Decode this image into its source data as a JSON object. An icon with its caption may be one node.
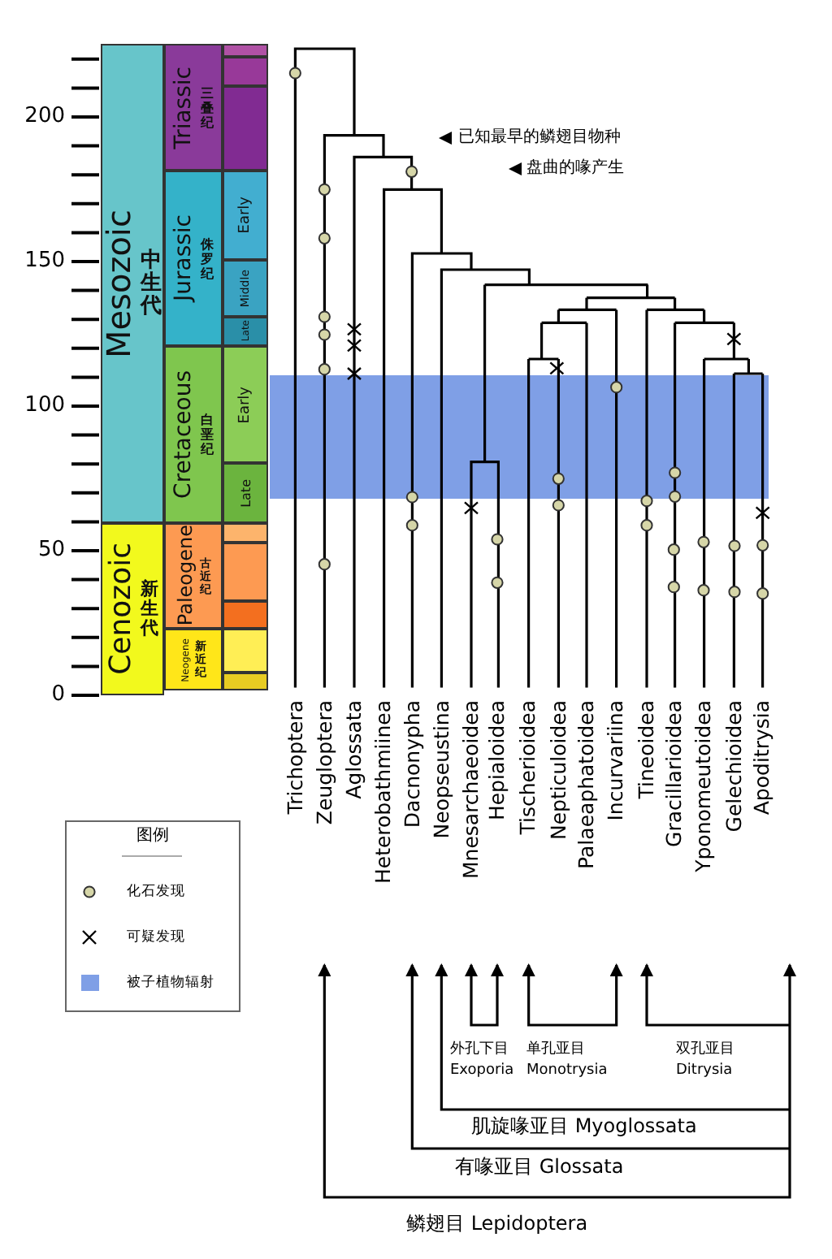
{
  "diagram": {
    "nodes": [
      {
        "text": [
          "Mesozoic",
          "中生代"
        ]
      },
      {
        "text": [
          "Cenozoic",
          "新生代"
        ]
      },
      {
        "text": [
          "Triassic",
          "三叠纪"
        ]
      },
      {
        "text": [
          "Jurassic",
          "侏罗纪"
        ]
      },
      {
        "text": [
          "Cretaceous",
          "白垩纪"
        ]
      },
      {
        "text": [
          "Paleogene",
          "古近纪"
        ]
      },
      {
        "text": [
          "Neogene",
          "新近纪"
        ]
      },
      {
        "text": [],
        "shape": "box"
      },
      {
        "text": [],
        "shape": "box"
      },
      {
        "text": [],
        "shape": "box"
      },
      {
        "text": [
          "Early"
        ]
      },
      {
        "text": [
          "Middle"
        ]
      },
      {
        "text": [
          "Late"
        ]
      },
      {
        "text": [
          "Early"
        ]
      },
      {
        "text": [
          "Late"
        ]
      },
      {
        "text": [],
        "shape": "box"
      },
      {
        "text": [],
        "shape": "box"
      },
      {
        "text": [],
        "shape": "box"
      },
      {
        "text": [],
        "shape": "box"
      },
      {
        "text": [],
        "shape": "box"
      }
    ],
    "edges": [],
    "labels": [
      "200",
      "150",
      "100",
      "50",
      "0",
      "已知最早的鳞翅目物种",
      "盘曲的喙产生",
      "Trichoptera",
      "Zeugloptera",
      "Aglossata",
      "Heterobathmiinea",
      "Dacnonypha",
      "Neopseustina",
      "Mnesarchaeoidea",
      "Hepialoidea",
      "Tischerioidea",
      "Nepticuloidea",
      "Palaeaphatoidea",
      "Incurvariina",
      "Tineoidea",
      "Gracillarioidea",
      "Yponomeutoidea",
      "Gelechioidea",
      "Apoditrysia",
      "图例",
      "外孔下目 Exoporia",
      "单孔亚目 Monotrysia",
      "双孔亚目 Ditrysia",
      "肌旋喙亚目 Myoglossata",
      "有喙亚目 Glossata",
      "鳞翅目 Lepidoptera"
    ],
    "legend": [
      {
        "text": "化石发现"
      },
      {
        "text": "可疑发现"
      },
      {
        "text": "被子植物辐射",
        "color": "#7f9fe6"
      }
    ]
  }
}
